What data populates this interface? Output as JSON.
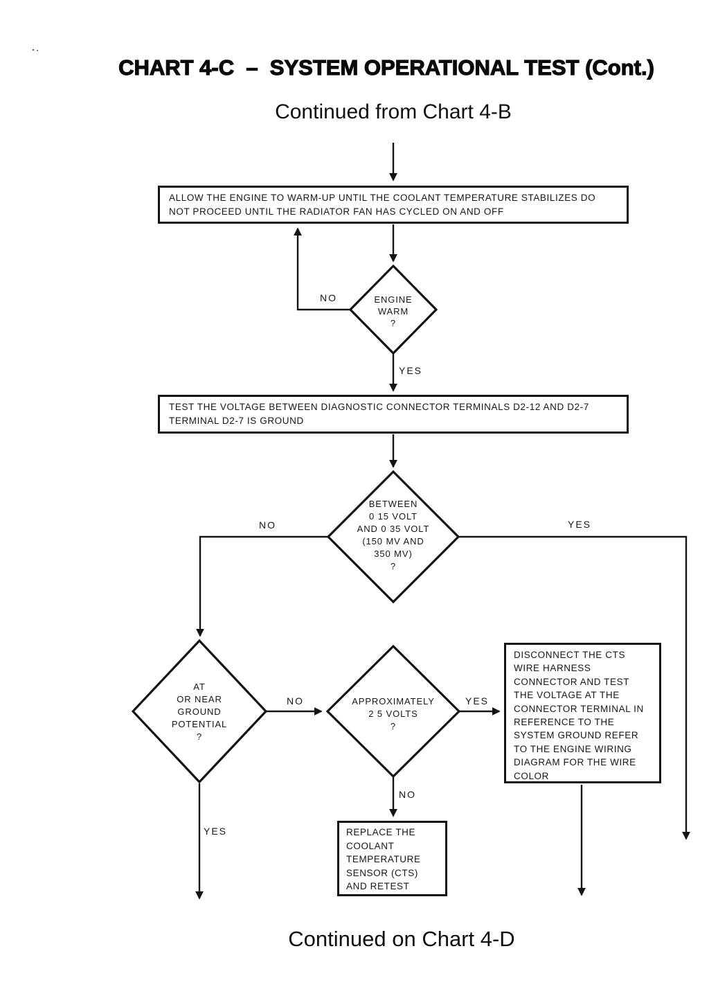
{
  "header": {
    "title": "CHART 4-C  –  SYSTEM OPERATIONAL TEST (Cont.)",
    "subtitle": "Continued from Chart 4-B"
  },
  "footer": {
    "continuation": "Continued on Chart 4-D"
  },
  "flowchart": {
    "process_boxes": {
      "warm_up": {
        "lines": [
          "ALLOW THE ENGINE TO WARM-UP UNTIL THE COOLANT TEMPERATURE STABILIZES  DO",
          "NOT PROCEED UNTIL THE RADIATOR FAN HAS CYCLED ON AND OFF"
        ]
      },
      "test_voltage": {
        "lines": [
          "TEST THE VOLTAGE BETWEEN DIAGNOSTIC CONNECTOR TERMINALS D2-12 AND D2-7",
          "TERMINAL D2-7 IS GROUND"
        ]
      },
      "disconnect_cts": {
        "lines": [
          "DISCONNECT THE CTS",
          "WIRE HARNESS",
          "CONNECTOR AND TEST",
          "THE VOLTAGE AT THE",
          "CONNECTOR TERMINAL IN",
          "REFERENCE TO THE",
          "SYSTEM GROUND  REFER",
          "TO THE ENGINE WIRING",
          "DIAGRAM FOR THE WIRE",
          "COLOR"
        ]
      },
      "replace_cts": {
        "lines": [
          "REPLACE THE",
          "COOLANT",
          "TEMPERATURE",
          "SENSOR (CTS)",
          "AND RETEST"
        ]
      }
    },
    "decisions": {
      "engine_warm": {
        "lines": [
          "ENGINE",
          "WARM",
          "?"
        ]
      },
      "voltage_range": {
        "lines": [
          "BETWEEN",
          "0 15 VOLT",
          "AND 0 35 VOLT",
          "(150 MV AND",
          "350 MV)",
          "?"
        ]
      },
      "ground_potential": {
        "lines": [
          "AT",
          "OR NEAR",
          "GROUND",
          "POTENTIAL",
          "?"
        ]
      },
      "approx_2_5_volts": {
        "lines": [
          "APPROXIMATELY",
          "2 5 VOLTS",
          "?"
        ]
      }
    },
    "edge_labels": {
      "engine_warm_no": "NO",
      "engine_warm_yes": "YES",
      "voltage_range_no": "NO",
      "voltage_range_yes": "YES",
      "ground_potential_no": "NO",
      "ground_potential_yes": "YES",
      "approx_yes": "YES",
      "approx_no": "NO"
    },
    "ink_color": "#141414"
  }
}
